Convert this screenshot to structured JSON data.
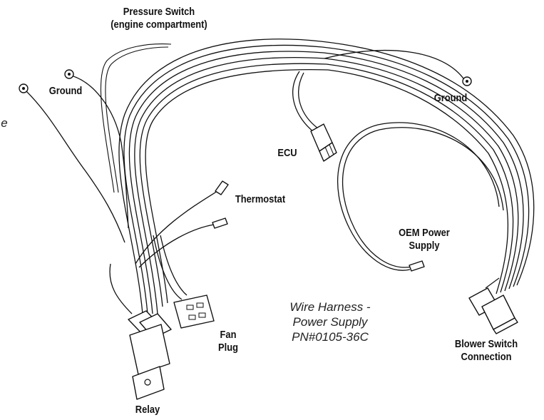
{
  "labels": {
    "pressure_switch": [
      "Pressure Switch",
      "(engine compartment)"
    ],
    "ground_left": "Ground",
    "ground_right": "Ground",
    "ecu": "ECU",
    "thermostat": "Thermostat",
    "oem_power_supply": [
      "OEM Power",
      "Supply"
    ],
    "fan_plug": [
      "Fan",
      "Plug"
    ],
    "relay": "Relay",
    "blower_switch": [
      "Blower Switch",
      "Connection"
    ],
    "edge_fragment": "e"
  },
  "caption": [
    "Wire Harness -",
    "Power Supply",
    "PN#0105-36C"
  ]
}
